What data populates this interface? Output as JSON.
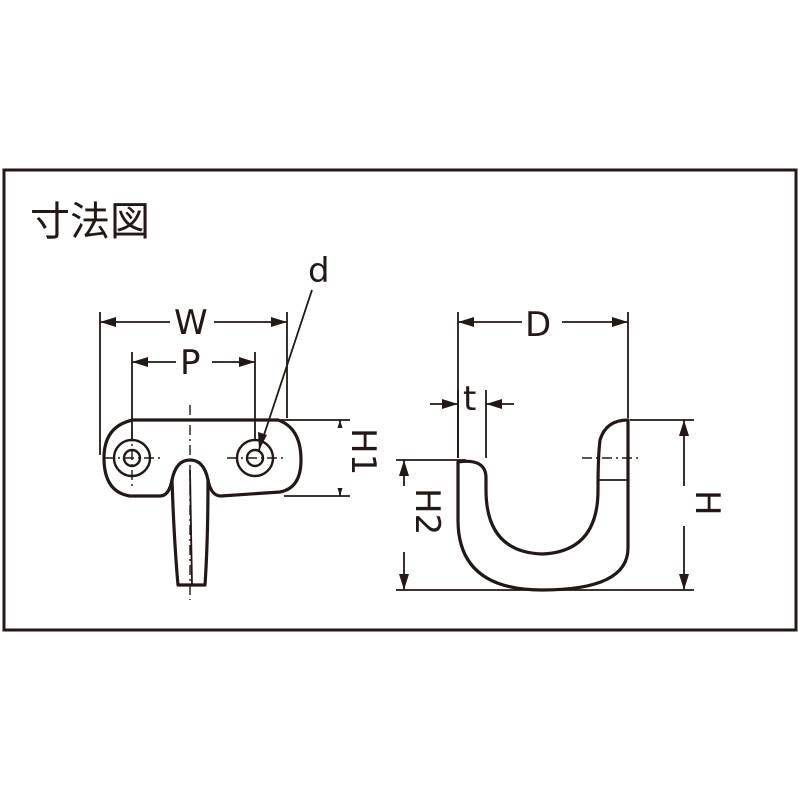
{
  "title": "寸法図",
  "dimensions": {
    "overall_width": "W",
    "hole_pitch": "P",
    "hole_diameter": "d",
    "plate_height": "H1",
    "hook_depth": "D",
    "thickness": "t",
    "overall_height": "H",
    "hook_height": "H2"
  },
  "colors": {
    "line": "#231815",
    "background": "#ffffff"
  }
}
